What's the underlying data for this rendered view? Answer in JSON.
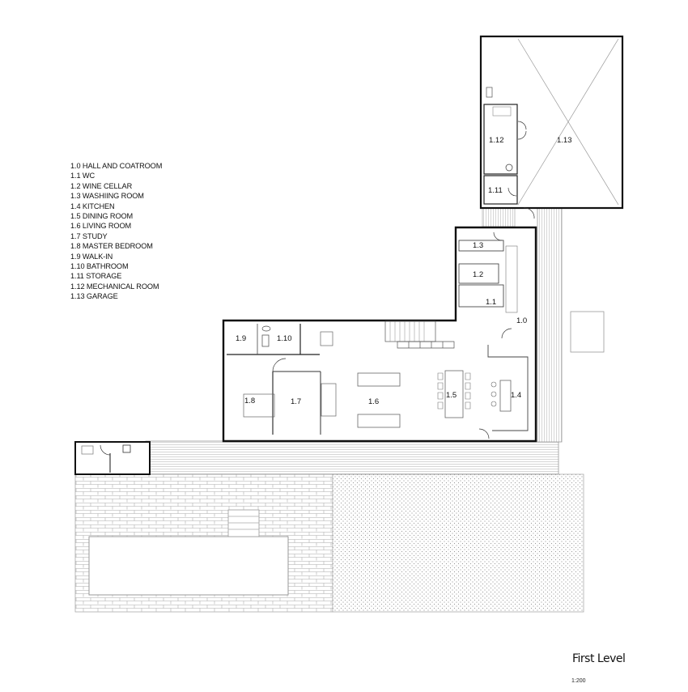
{
  "legend": [
    "1.0 HALL AND COATROOM",
    "1.1 WC",
    "1.2 WINE CELLAR",
    "1.3 WASHIING ROOM",
    "1.4 KITCHEN",
    "1.5 DINING ROOM",
    "1.6 LIVING ROOM",
    "1.7 STUDY",
    "1.8 MASTER BEDROOM",
    "1.9 WALK-IN",
    "1.10 BATHROOM",
    "1.11 STORAGE",
    "1.12 MECHANICAL ROOM",
    "1.13 GARAGE"
  ],
  "rooms": {
    "r1_0": "1.0",
    "r1_1": "1.1",
    "r1_2": "1.2",
    "r1_3": "1.3",
    "r1_4": "1.4",
    "r1_5": "1.5",
    "r1_6": "1.6",
    "r1_7": "1.7",
    "r1_8": "1.8",
    "r1_9": "1.9",
    "r1_10": "1.10",
    "r1_11": "1.11",
    "r1_12": "1.12",
    "r1_13": "1.13"
  },
  "title": "First Level",
  "scale": "1:200"
}
